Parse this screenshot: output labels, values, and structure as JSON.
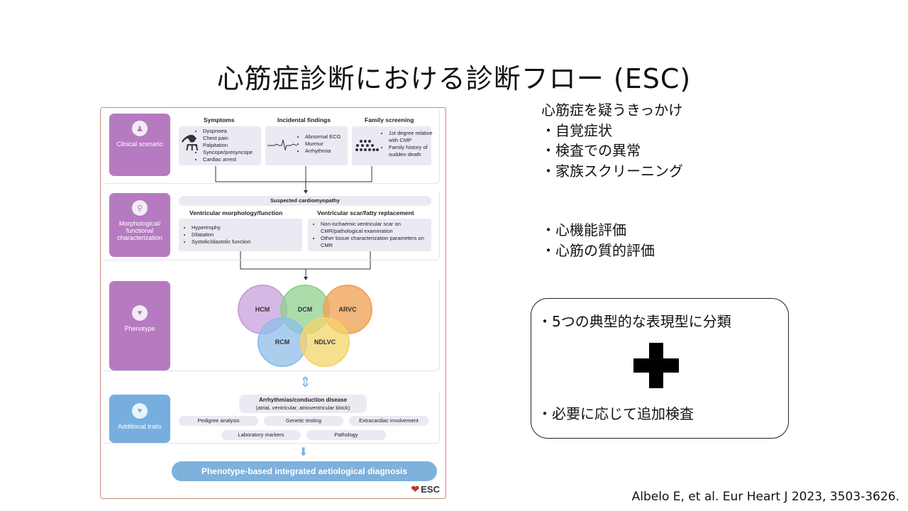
{
  "title": "心筋症診断における診断フロー (ESC)",
  "citation": "Albelo E, et al. Eur Heart J 2023, 3503-3626.",
  "diagram": {
    "clinical": {
      "side": "Clinical scenario",
      "cols": [
        {
          "header": "Symptoms",
          "items": [
            "Dyspnoea",
            "Chest pain",
            "Palpitation",
            "Syncope/presyncope",
            "Cardiac arrest"
          ]
        },
        {
          "header": "Incidental findings",
          "items": [
            "Abnormal ECG",
            "Murmur",
            "Arrhythmia"
          ]
        },
        {
          "header": "Family screening",
          "items": [
            "1st degree relative with CMP",
            "Family history of sudden death"
          ]
        }
      ]
    },
    "morph": {
      "side": "Morphological/ functional characterization",
      "suspected": "Suspected cardiomyopathy",
      "left_header": "Ventricular morphology/function",
      "left_items": [
        "Hypertrophy",
        "Dilatation",
        "Systolic/diastolic function"
      ],
      "right_header": "Ventricular scar/fatty replacement",
      "right_items": [
        "Non-ischaemic ventricular scar on CMR/pathological examination",
        "Other tissue characterization parameters on CMR"
      ]
    },
    "phenotype": {
      "side": "Phenotype",
      "circles": [
        "HCM",
        "DCM",
        "ARVC",
        "RCM",
        "NDLVC"
      ]
    },
    "additional": {
      "side": "Additional traits",
      "arrhythmia_title": "Arrhythmias/conduction disease",
      "arrhythmia_sub": "(atrial, ventricular, atrioventricular block)",
      "pills": [
        "Pedigree analysis",
        "Genetic testing",
        "Extracardiac involvement",
        "Laboratory markers",
        "Pathology"
      ]
    },
    "final": "Phenotype-based integrated aetiological diagnosis",
    "logo": "ESC"
  },
  "right": {
    "block1": [
      "心筋症を疑うきっかけ",
      "・自覚症状",
      "・検査での異常",
      "・家族スクリーニング"
    ],
    "block2": [
      "・心機能評価",
      "・心筋の質的評価"
    ],
    "callout_top": "・5つの典型的な表現型に分類",
    "callout_bottom": "・必要に応じて追加検査"
  },
  "colors": {
    "purple_panel": "#b67ac0",
    "blue_panel": "#76aee0",
    "hcm": "#c9a0dc",
    "dcm": "#8fd18f",
    "arvc": "#f0a45a",
    "rcm": "#8fbde8",
    "ndlvc": "#f3d46a"
  }
}
